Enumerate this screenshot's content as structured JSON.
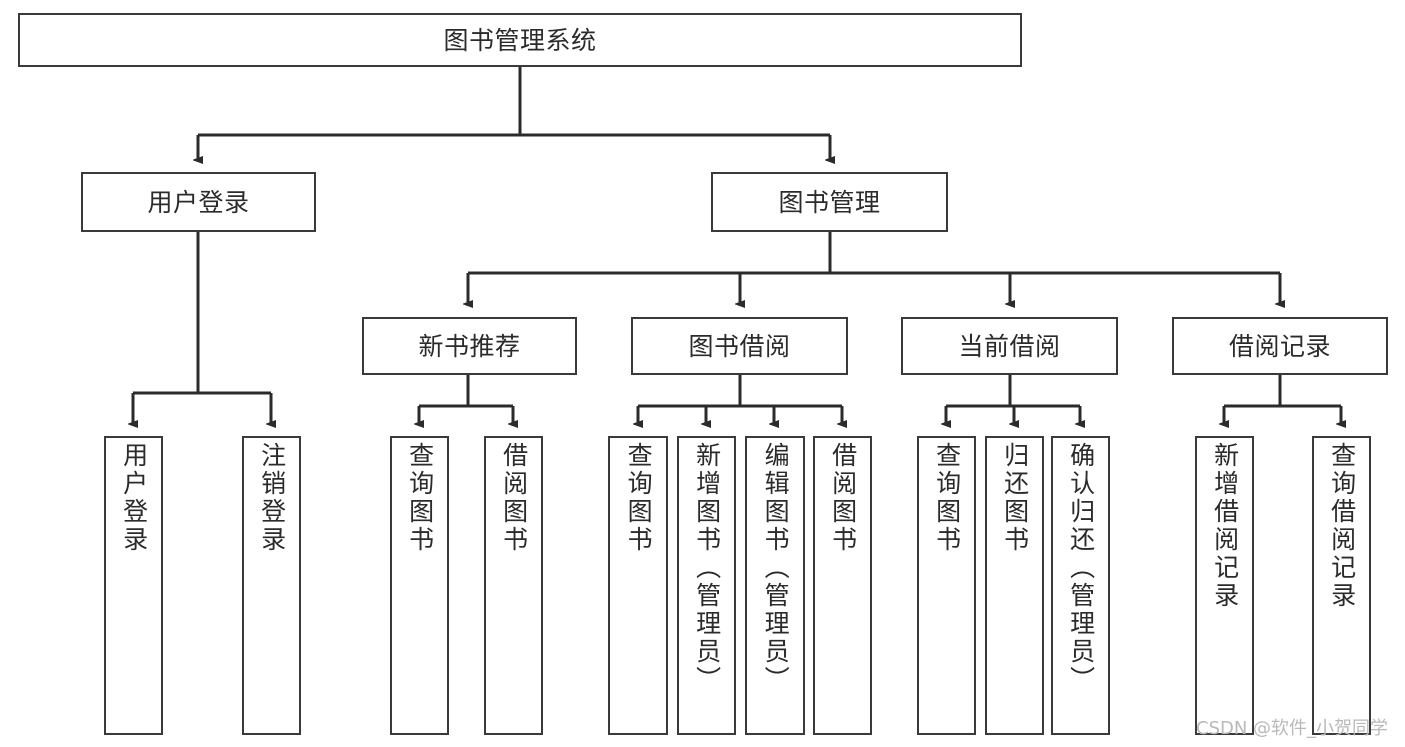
{
  "diagram": {
    "type": "tree",
    "title": "图书管理系统",
    "watermark": "CSDN @软件_小贺同学",
    "colors": {
      "box_border": "#3a3a3a",
      "box_fill": "#ffffff",
      "edge": "#2b2b2b",
      "text": "#2b2b2b",
      "watermark": "#b9b9b9",
      "background": "#ffffff"
    },
    "nodes": {
      "root": {
        "label": "图书管理系统"
      },
      "level2": [
        {
          "label": "用户登录"
        },
        {
          "label": "图书管理"
        }
      ],
      "level3": [
        {
          "label": "新书推荐"
        },
        {
          "label": "图书借阅"
        },
        {
          "label": "当前借阅"
        },
        {
          "label": "借阅记录"
        }
      ],
      "leaves": {
        "user_login": [
          {
            "label": "用户登录"
          },
          {
            "label": "注销登录"
          }
        ],
        "new_book": [
          {
            "label": "查询图书"
          },
          {
            "label": "借阅图书"
          }
        ],
        "borrow_book": [
          {
            "label": "查询图书"
          },
          {
            "label": "新增图书（管理员）"
          },
          {
            "label": "编辑图书（管理员）"
          },
          {
            "label": "借阅图书"
          }
        ],
        "current_borrow": [
          {
            "label": "查询图书"
          },
          {
            "label": "归还图书"
          },
          {
            "label": "确认归还（管理员）"
          }
        ],
        "borrow_record": [
          {
            "label": "新增借阅记录"
          },
          {
            "label": "查询借阅记录"
          }
        ]
      }
    }
  }
}
